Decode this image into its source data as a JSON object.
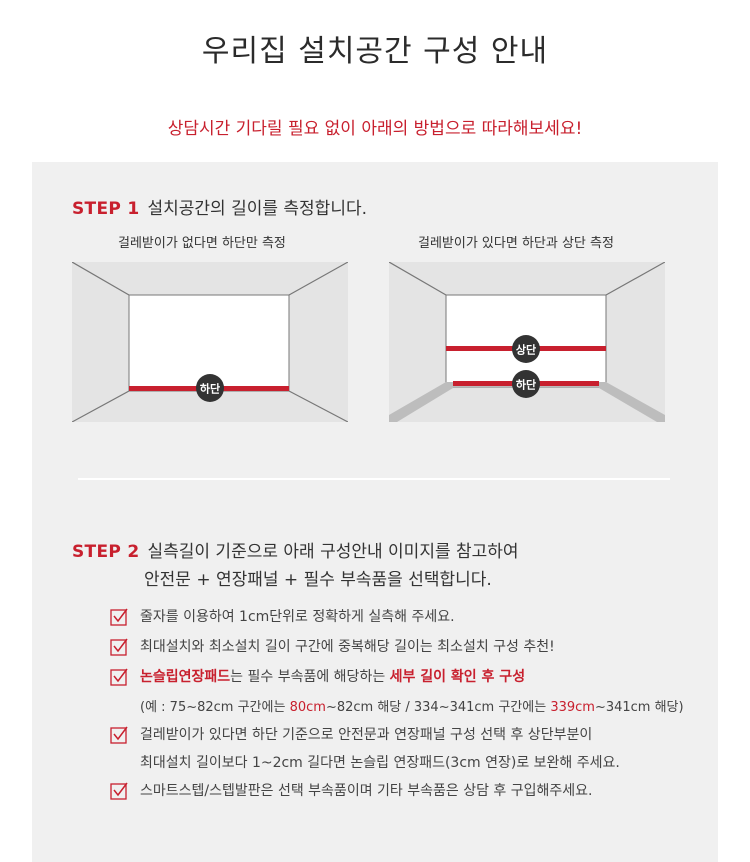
{
  "header": {
    "title": "우리집 설치공간 구성 안내",
    "subtitle": "상담시간 기다릴 필요 없이 아래의 방법으로 따라해보세요!"
  },
  "colors": {
    "accent": "#c8202e",
    "panel_bg": "#f0f0f0",
    "badge_bg": "#333333",
    "text": "#333333"
  },
  "step1": {
    "label": "STEP 1",
    "text": "설치공간의 길이를 측정합니다.",
    "diagrams": [
      {
        "caption": "걸레받이가 없다면 하단만 측정",
        "badges": [
          "하단"
        ]
      },
      {
        "caption": "걸레받이가 있다면 하단과 상단 측정",
        "badges": [
          "상단",
          "하단"
        ]
      }
    ]
  },
  "step2": {
    "label": "STEP 2",
    "line1": "실측길이 기준으로 아래 구성안내 이미지를 참고하여",
    "line2": "안전문 + 연장패널 + 필수 부속품을 선택합니다."
  },
  "checklist": {
    "items": [
      {
        "text": "줄자를 이용하여 1cm단위로 정확하게 실측해 주세요."
      },
      {
        "text": "최대설치와 최소설치 길이 구간에 중복해당 길이는 최소설치 구성 추천!"
      },
      {
        "red_bold_1": "논슬립연장패드",
        "mid": "는 필수 부속품에 해당하는 ",
        "red_bold_2": "세부 길이 확인 후 구성",
        "note": {
          "p1": "(예 : 75~82cm 구간에는 ",
          "r1": "80cm",
          "p2": "~82cm 해당 / 334~341cm 구간에는 ",
          "r2": "339cm",
          "p3": "~341cm 해당)"
        }
      },
      {
        "text": "걸레받이가 있다면 하단 기준으로 안전문과 연장패널 구성 선택 후 상단부분이",
        "text2": "최대설치 길이보다 1~2cm 길다면 논슬립 연장패드(3cm 연장)로 보완해 주세요."
      },
      {
        "text": "스마트스텝/스텝발판은 선택 부속품이며 기타 부속품은 상담 후 구입해주세요."
      }
    ]
  }
}
